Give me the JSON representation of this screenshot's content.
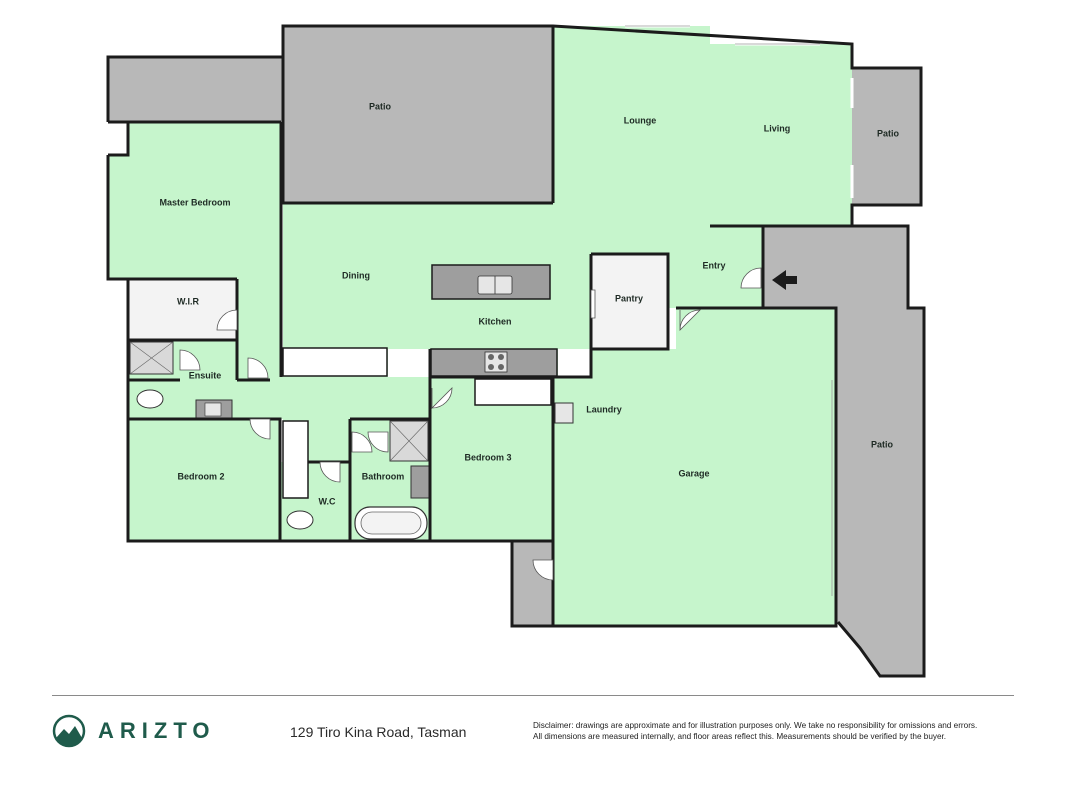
{
  "brand": {
    "name": "ARIZTO",
    "address": "129 Tiro Kina Road, Tasman"
  },
  "disclaimer": {
    "line1": "Disclaimer: drawings are approximate and for illustration purposes only. We take no responsibility for omissions and errors.",
    "line2": "All dimensions are measured internally, and floor areas reflect this. Measurements should be verified by the buyer."
  },
  "rooms": {
    "patio_top": "Patio",
    "lounge": "Lounge",
    "living": "Living",
    "patio_right_top": "Patio",
    "master_bedroom": "Master Bedroom",
    "dining": "Dining",
    "entry": "Entry",
    "pantry": "Pantry",
    "wir": "W.I.R",
    "kitchen": "Kitchen",
    "ensuite": "Ensuite",
    "laundry": "Laundry",
    "patio_right": "Patio",
    "bedroom3": "Bedroom 3",
    "bedroom2": "Bedroom 2",
    "bathroom": "Bathroom",
    "garage": "Garage",
    "wc": "W.C"
  },
  "colors": {
    "room_fill": "#c6f5cc",
    "patio_fill": "#b8b8b8",
    "utility_fill": "#f3f3f3",
    "wall": "#1b1b1b",
    "bench": "#9e9e9e",
    "brand": "#1f5b4b"
  },
  "icons": [
    "entry-arrow-icon",
    "logo-mountain-icon"
  ]
}
